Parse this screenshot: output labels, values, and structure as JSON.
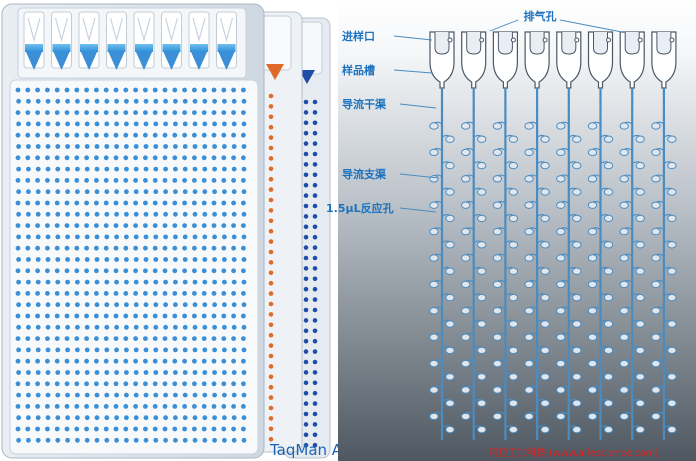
{
  "labels": {
    "vent": "排气孔",
    "inlet": "进样口",
    "reservoir": "样品槽",
    "main_channel": "导流干渠",
    "branch_channel": "导流支渠",
    "well": "1.5μL反应孔"
  },
  "caption": "TaqMan Array Card",
  "watermark": "阿拉丁加科技 (www.aifescience.com)",
  "colors": {
    "well_blue": "#3a8fd6",
    "well_orange": "#e06a2a",
    "well_navy": "#1f4ea8",
    "channel": "#4a8cc0",
    "label_text": "#1e73be",
    "card_gray": "#d4dce6",
    "bg_gray": "#5d6670"
  },
  "card": {
    "port_count": 8
  }
}
